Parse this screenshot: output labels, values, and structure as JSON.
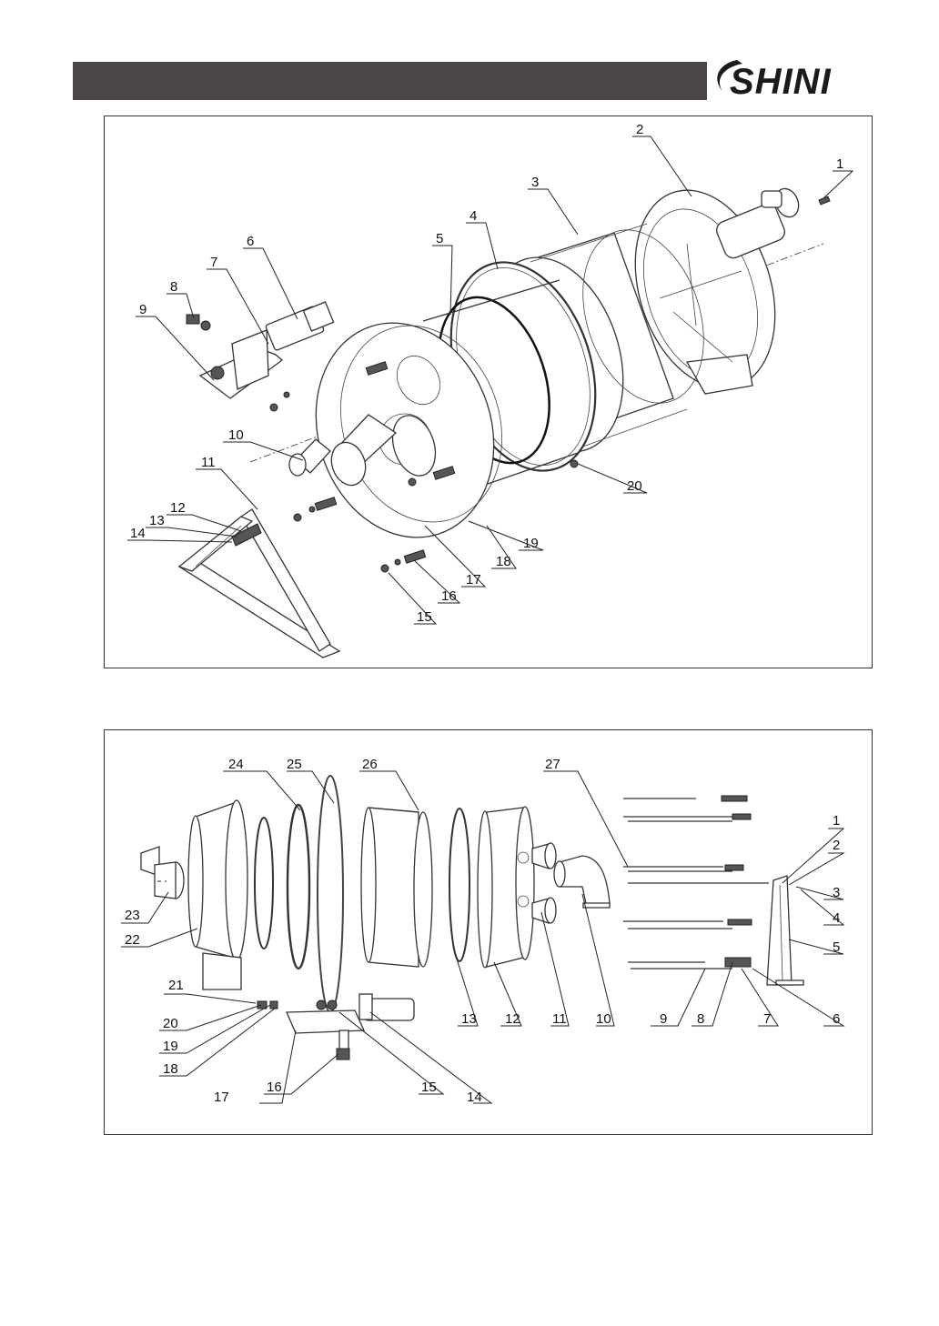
{
  "brand": {
    "logo_text": "SHINI"
  },
  "diagram_top": {
    "labels": [
      "1",
      "2",
      "3",
      "4",
      "5",
      "6",
      "7",
      "8",
      "9",
      "10",
      "11",
      "12",
      "13",
      "14",
      "15",
      "16",
      "17",
      "18",
      "19",
      "20"
    ]
  },
  "diagram_bottom": {
    "labels": [
      "1",
      "2",
      "3",
      "4",
      "5",
      "6",
      "7",
      "8",
      "9",
      "10",
      "11",
      "12",
      "13",
      "14",
      "15",
      "16",
      "17",
      "18",
      "19",
      "20",
      "21",
      "22",
      "23",
      "24",
      "25",
      "26",
      "27"
    ]
  }
}
